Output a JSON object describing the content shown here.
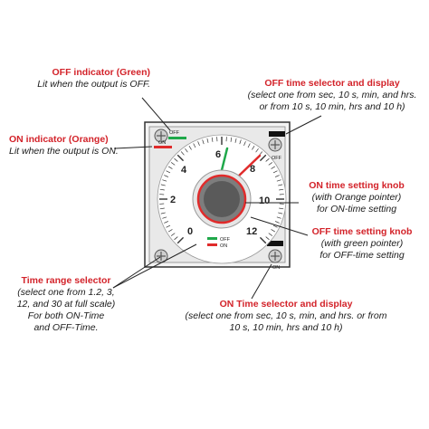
{
  "labels": {
    "off_indicator": {
      "title": "OFF indicator (Green)",
      "desc": "Lit when the output is OFF."
    },
    "on_indicator": {
      "title": "ON indicator (Orange)",
      "desc": "Lit when the output is ON."
    },
    "off_time_selector": {
      "title": "OFF time selector and display",
      "desc": "(select one from sec, 10 s, min, and hrs.\nor from 10 s, 10 min, hrs and 10 h)"
    },
    "on_time_knob": {
      "title": "ON time setting knob",
      "desc": "(with Orange pointer)\nfor ON-time setting"
    },
    "off_time_knob": {
      "title": "OFF time setting knob",
      "desc": "(with green pointer)\nfor OFF-time setting"
    },
    "time_range_selector": {
      "title": "Time range selector",
      "desc": "(select one from 1.2, 3,\n12, and 30 at full scale)\nFor both ON-Time\nand OFF-Time."
    },
    "on_time_selector": {
      "title": "ON Time selector and display",
      "desc": "(select one from sec, 10 s, min, and hrs. or from\n10 s, 10 min, hrs and 10 h)"
    }
  },
  "device": {
    "off_tag": "OFF",
    "on_tag": "ON",
    "off_tag_right": "OFF",
    "on_tag_right": "ON",
    "dial_numbers": [
      "0",
      "2",
      "4",
      "6",
      "8",
      "10",
      "12"
    ],
    "legend_off": "OFF",
    "legend_on": "ON"
  },
  "colors": {
    "red_label": "#d3232a",
    "green": "#1fa84a",
    "orange_red": "#e02b2b",
    "panel": "#eeeeee",
    "dark": "#222222"
  }
}
